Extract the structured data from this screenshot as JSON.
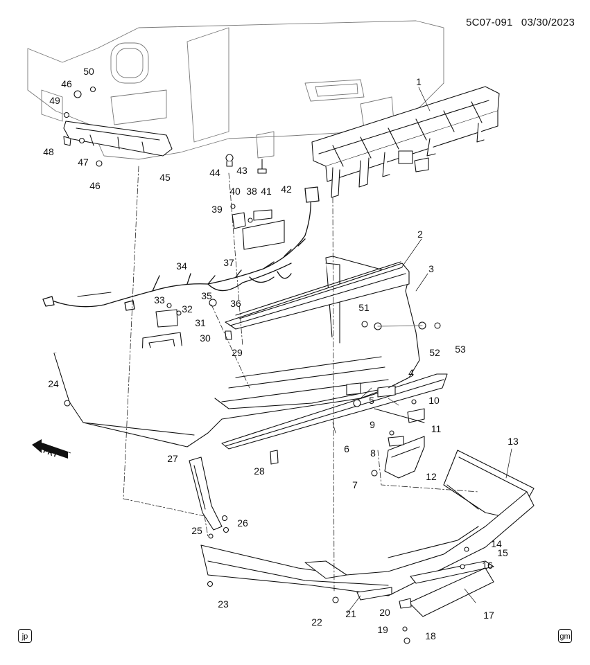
{
  "header": {
    "diagram_id": "5C07-091",
    "date": "03/30/2023"
  },
  "callouts": [
    "1",
    "2",
    "3",
    "4",
    "5",
    "6",
    "7",
    "8",
    "9",
    "10",
    "11",
    "12",
    "13",
    "14",
    "15",
    "16",
    "17",
    "18",
    "19",
    "20",
    "21",
    "22",
    "23",
    "24",
    "25",
    "26",
    "27",
    "28",
    "29",
    "30",
    "31",
    "32",
    "33",
    "34",
    "35",
    "36",
    "37",
    "38",
    "39",
    "40",
    "41",
    "42",
    "43",
    "44",
    "45",
    "46",
    "46",
    "47",
    "48",
    "49",
    "50",
    "51",
    "52",
    "53"
  ],
  "direction_label": "FRT",
  "corner_icons": {
    "left": "jp",
    "right": "gm"
  },
  "colors": {
    "line": "#111111",
    "fill": "#ffffff",
    "shade": "#e8e8e8"
  }
}
